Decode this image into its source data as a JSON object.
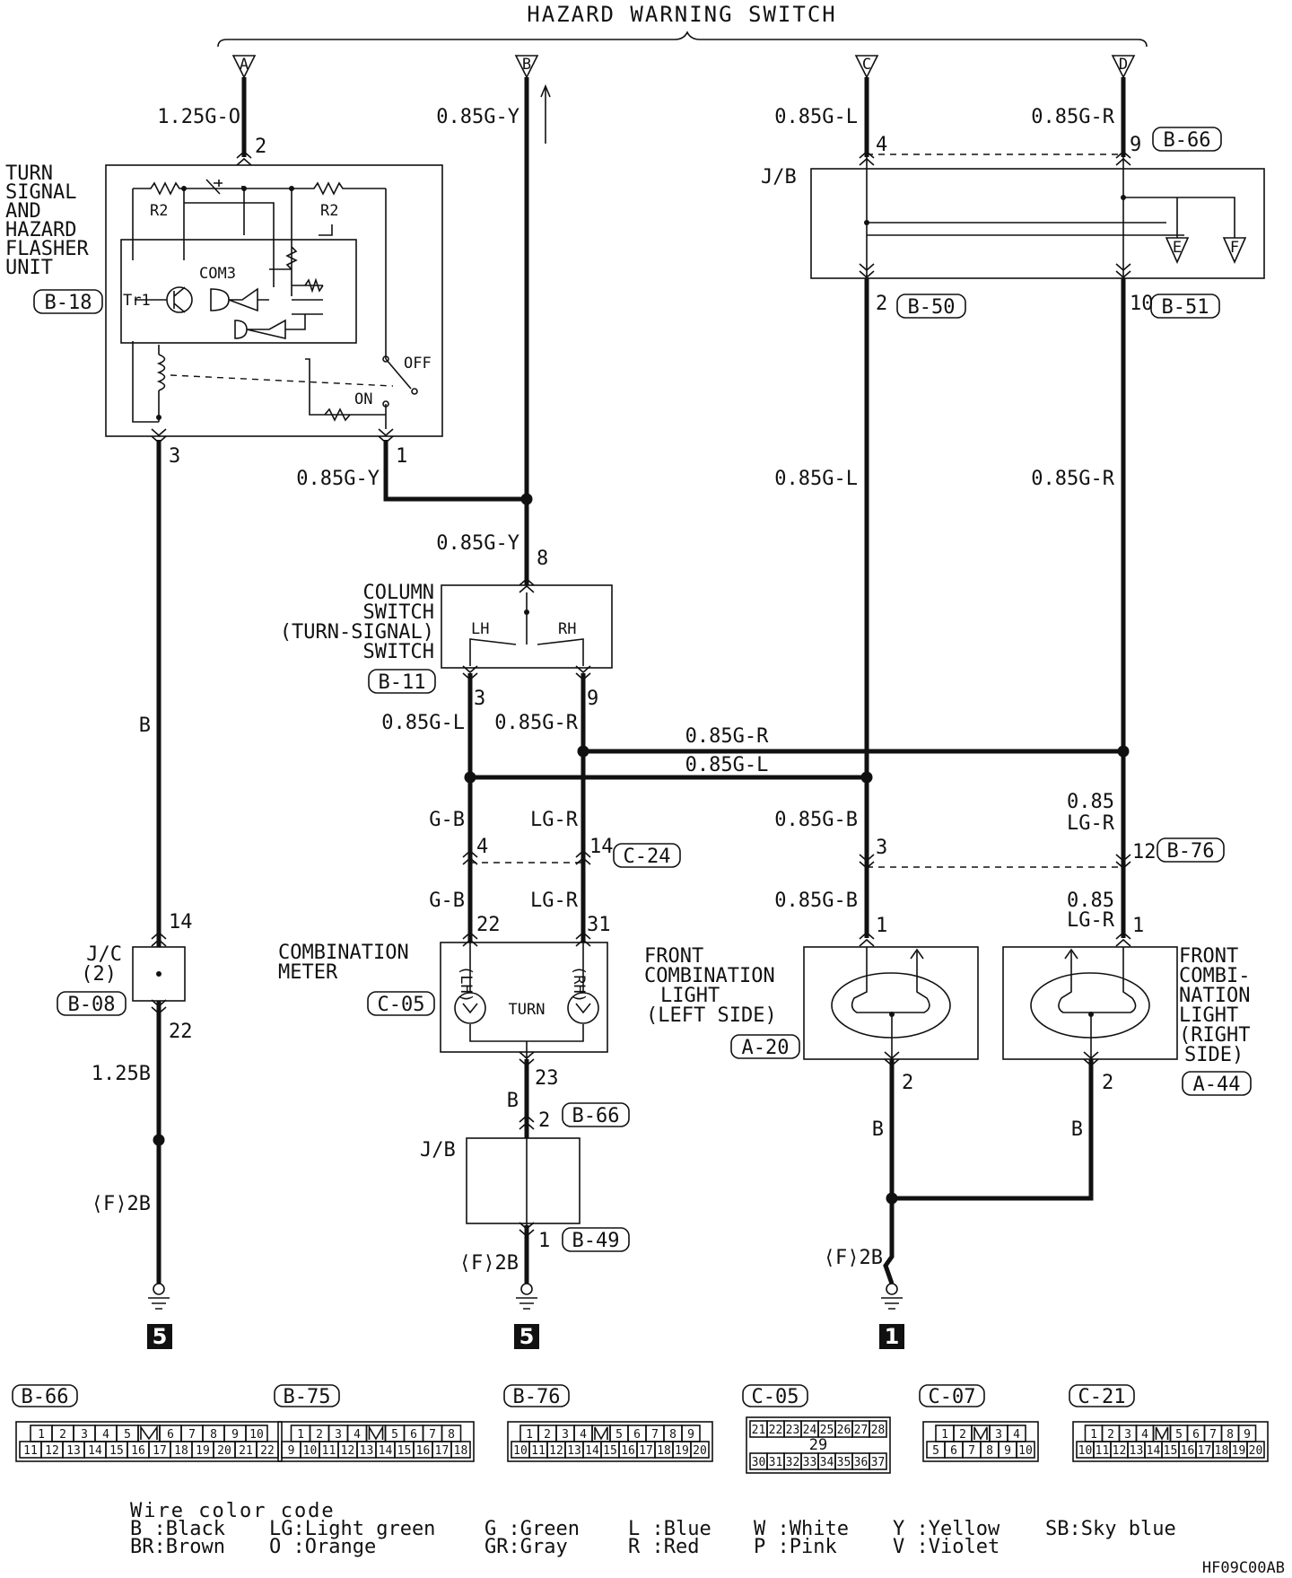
{
  "title": "HAZARD WARNING SWITCH",
  "terminals": [
    "A",
    "B",
    "C",
    "D",
    "E",
    "F"
  ],
  "wires": {
    "a_top": "1.25G-O",
    "b_top": "0.85G-Y",
    "c_top": "0.85G-L",
    "d_top": "0.85G-R",
    "flasher_out": "0.85G-Y",
    "c_mid": "0.85G-L",
    "d_mid": "0.85G-R",
    "col_in": "0.85G-Y",
    "col_lh": "0.85G-L",
    "col_rh": "0.85G-R",
    "bus_r": "0.85G-R",
    "bus_l": "0.85G-L",
    "gb_1": "G-B",
    "lgr_1": "LG-R",
    "gb_2": "G-B",
    "lgr_2": "LG-R",
    "lf_1": "0.85G-B",
    "lf_2": "0.85G-B",
    "rf_1a": "0.85",
    "rf_1b": "LG-R",
    "rf_2a": "0.85",
    "rf_2b": "LG-R",
    "gnd_left": "B",
    "gnd_left2": "1.25B",
    "gnd_left3": "⟨F⟩2B",
    "meter_b": "B",
    "meter_gnd": "⟨F⟩2B",
    "lamp_l_b": "B",
    "lamp_r_b": "B",
    "lamp_gnd": "⟨F⟩2B"
  },
  "pins": {
    "a_2": "2",
    "fl_3": "3",
    "fl_1": "1",
    "c_4": "4",
    "d_9": "9",
    "c_2": "2",
    "d_10": "10",
    "col_8": "8",
    "col_3": "3",
    "col_9": "9",
    "m_4": "4",
    "m_14": "14",
    "m_22": "22",
    "m_31": "31",
    "m_23": "23",
    "jb_2": "2",
    "jb_1": "1",
    "lf_3": "3",
    "lf_1": "1",
    "lf_2": "2",
    "rf_12": "12",
    "rf_1": "1",
    "rf_2": "2",
    "jc_14": "14",
    "jc_22": "22"
  },
  "connectors": {
    "b66": "B-66",
    "b18": "B-18",
    "b50": "B-50",
    "b51": "B-51",
    "b11": "B-11",
    "c24": "C-24",
    "b76": "B-76",
    "b08": "B-08",
    "c05": "C-05",
    "b66b": "B-66",
    "b49": "B-49",
    "a20": "A-20",
    "a44": "A-44"
  },
  "components": {
    "flasher": [
      "TURN",
      "SIGNAL",
      "AND",
      "HAZARD",
      "FLASHER",
      "UNIT"
    ],
    "flasher_parts": {
      "r2a": "R2",
      "r2b": "R2",
      "com3": "COM3",
      "tr1": "Tr1",
      "off": "OFF",
      "on": "ON"
    },
    "jb_top": "J/B",
    "column_switch": [
      "COLUMN",
      "SWITCH",
      "(TURN-SIGNAL)",
      "SWITCH"
    ],
    "col_lh": "LH",
    "col_rh": "RH",
    "jc": [
      "J/C",
      "(2)"
    ],
    "meter": [
      "COMBINATION",
      "METER"
    ],
    "meter_parts": {
      "lh": "(LH)",
      "rh": "(RH)",
      "turn": "TURN"
    },
    "jb_bottom": "J/B",
    "front_left": [
      "FRONT",
      "COMBINATION",
      "LIGHT",
      "(LEFT SIDE)"
    ],
    "front_right": [
      "FRONT",
      "COMBI-",
      "NATION",
      "LIGHT",
      "(RIGHT",
      "SIDE)"
    ]
  },
  "ground_ids": [
    "5",
    "5",
    "1"
  ],
  "connector_blocks": [
    {
      "id": "B-66",
      "row1": [
        "1",
        "2",
        "3",
        "4",
        "5",
        "",
        "6",
        "7",
        "8",
        "9",
        "10"
      ],
      "row2": [
        "11",
        "12",
        "13",
        "14",
        "15",
        "16",
        "17",
        "18",
        "19",
        "20",
        "21",
        "22"
      ]
    },
    {
      "id": "B-75",
      "row1": [
        "1",
        "2",
        "3",
        "4",
        "",
        "5",
        "6",
        "7",
        "8"
      ],
      "row2": [
        "9",
        "10",
        "11",
        "12",
        "13",
        "14",
        "15",
        "16",
        "17",
        "18"
      ]
    },
    {
      "id": "B-76",
      "row1": [
        "1",
        "2",
        "3",
        "4",
        "",
        "5",
        "6",
        "7",
        "8",
        "9"
      ],
      "row2": [
        "10",
        "11",
        "12",
        "13",
        "14",
        "15",
        "16",
        "17",
        "18",
        "19",
        "20"
      ]
    },
    {
      "id": "C-05",
      "row1": [
        "21",
        "22",
        "23",
        "24",
        "25",
        "26",
        "27",
        "28"
      ],
      "mid": "29",
      "row2": [
        "30",
        "31",
        "32",
        "33",
        "34",
        "35",
        "36",
        "37"
      ]
    },
    {
      "id": "C-07",
      "row1": [
        "1",
        "2",
        "",
        "3",
        "4"
      ],
      "row2": [
        "5",
        "6",
        "7",
        "8",
        "9",
        "10"
      ]
    },
    {
      "id": "C-21",
      "row1": [
        "1",
        "2",
        "3",
        "4",
        "",
        "5",
        "6",
        "7",
        "8",
        "9"
      ],
      "row2": [
        "10",
        "11",
        "12",
        "13",
        "14",
        "15",
        "16",
        "17",
        "18",
        "19",
        "20"
      ]
    }
  ],
  "legend": {
    "title": "Wire color code",
    "row1": [
      "B :Black",
      "LG:Light green",
      "G :Green",
      "L :Blue",
      "W :White",
      "Y :Yellow",
      "SB:Sky blue"
    ],
    "row2": [
      "BR:Brown",
      "O :Orange",
      "GR:Gray",
      "R :Red",
      "P :Pink",
      "V :Violet"
    ]
  },
  "code": "HF09C00AB"
}
